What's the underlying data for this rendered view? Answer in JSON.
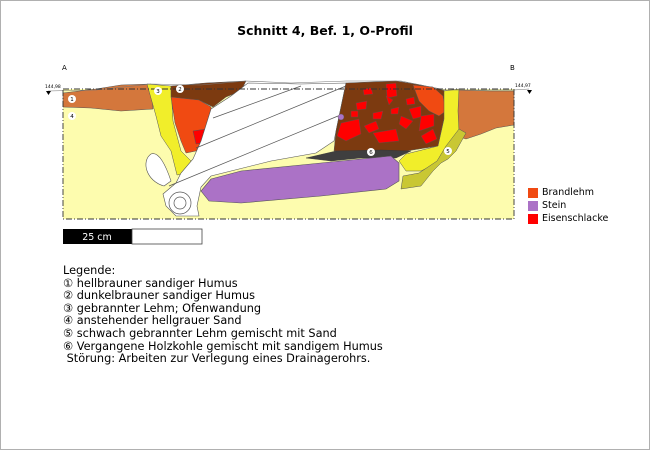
{
  "title": "Schnitt 4, Bef. 1, O-Profil",
  "profile": {
    "point_a": "A",
    "point_b": "B",
    "elevation_left": "144,98",
    "elevation_right": "144,97",
    "layer_markers": [
      "1",
      "2",
      "3",
      "4",
      "5",
      "6"
    ]
  },
  "scale_bar": {
    "label": "25 cm"
  },
  "color_legend": [
    {
      "label": "Brandlehm",
      "color": "#f04a12"
    },
    {
      "label": "Stein",
      "color": "#ab72c6"
    },
    {
      "label": "Eisenschlacke",
      "color": "#ff0000"
    }
  ],
  "legend": {
    "heading": "Legende:",
    "items": [
      "① hellbrauner sandiger Humus",
      "② dunkelbrauner sandiger Humus",
      "③ gebrannter Lehm; Ofenwandung",
      "④ anstehender hellgrauer Sand",
      "⑤ schwach gebrannter Lehm gemischt mit Sand",
      "⑥ Vergangene Holzkohle gemischt mit sandigem Humus",
      " Störung: Arbeiten zur Verlegung eines Drainagerohrs."
    ]
  }
}
